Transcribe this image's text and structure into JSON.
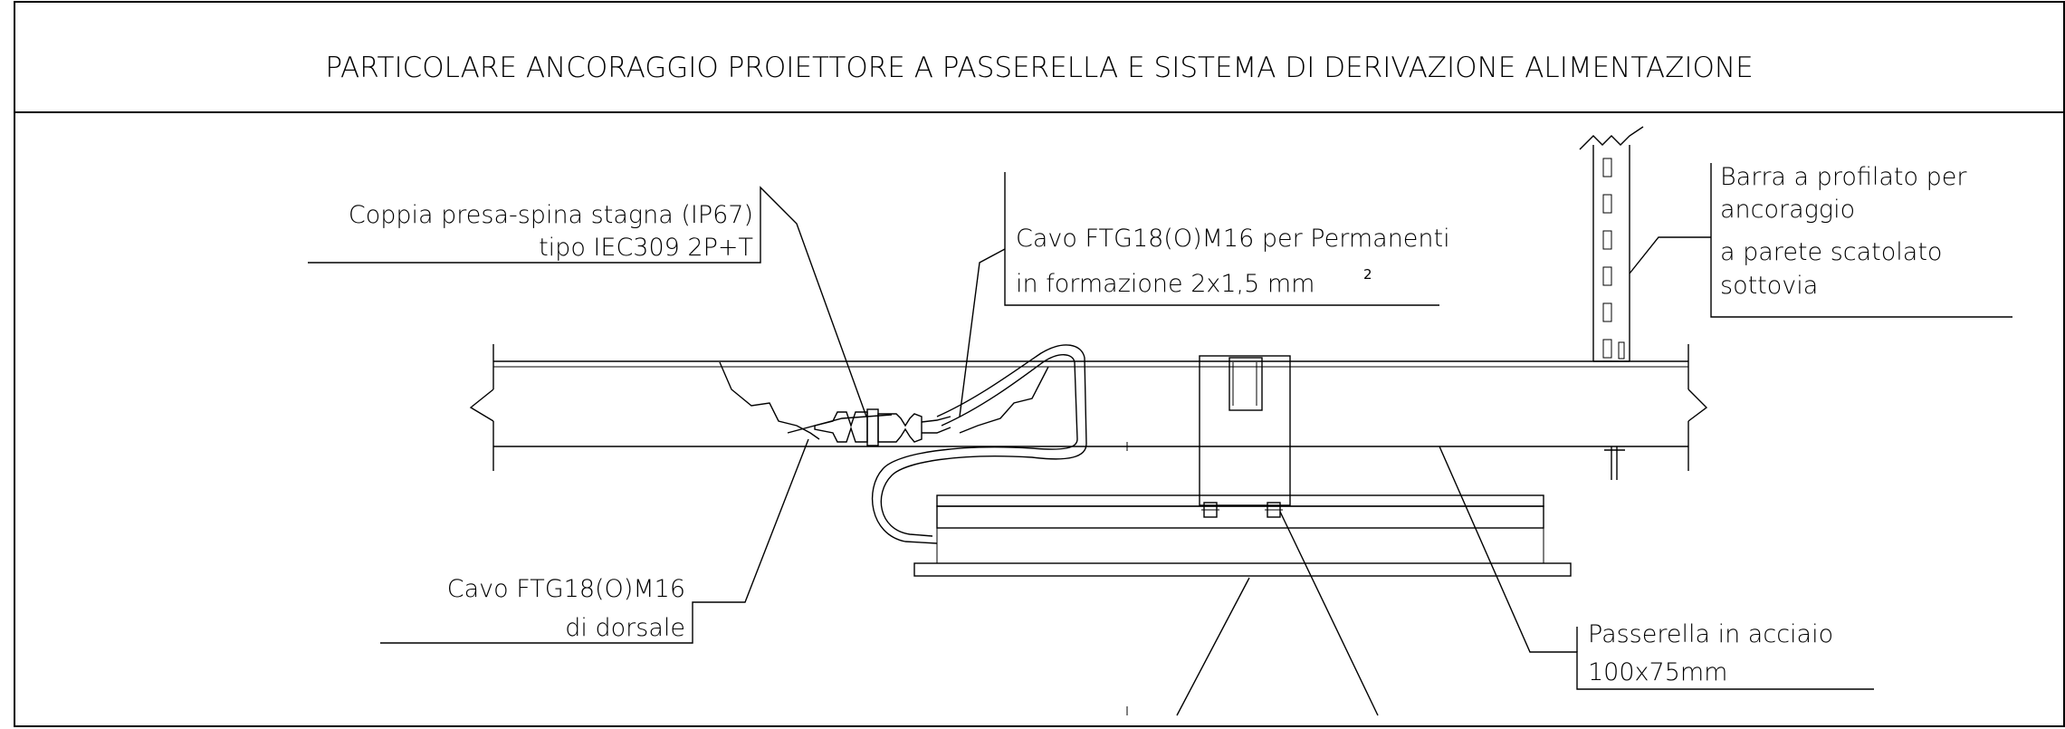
{
  "title": "PARTICOLARE ANCORAGGIO PROIETTORE A PASSERELLA E SISTEMA DI DERIVAZIONE ALIMENTAZIONE",
  "labels": {
    "plug": {
      "line1": "Coppia presa-spina stagna (IP67)",
      "line2": "tipo IEC309 2P+T"
    },
    "cable_perm": {
      "line1": "Cavo FTG18(O)M16 per Permanenti",
      "line2": "in formazione 2x1,5 mm",
      "superscript": "2"
    },
    "profile_bar": {
      "line1": "Barra a profilato per",
      "line2": "ancoraggio",
      "line3": "a parete scatolato",
      "line4": "sottovia"
    },
    "cable_dorsale": {
      "line1": "Cavo FTG18(O)M16",
      "line2": "di dorsale"
    },
    "tray": {
      "line1": "Passerella in acciaio",
      "line2": "100x75mm"
    }
  }
}
